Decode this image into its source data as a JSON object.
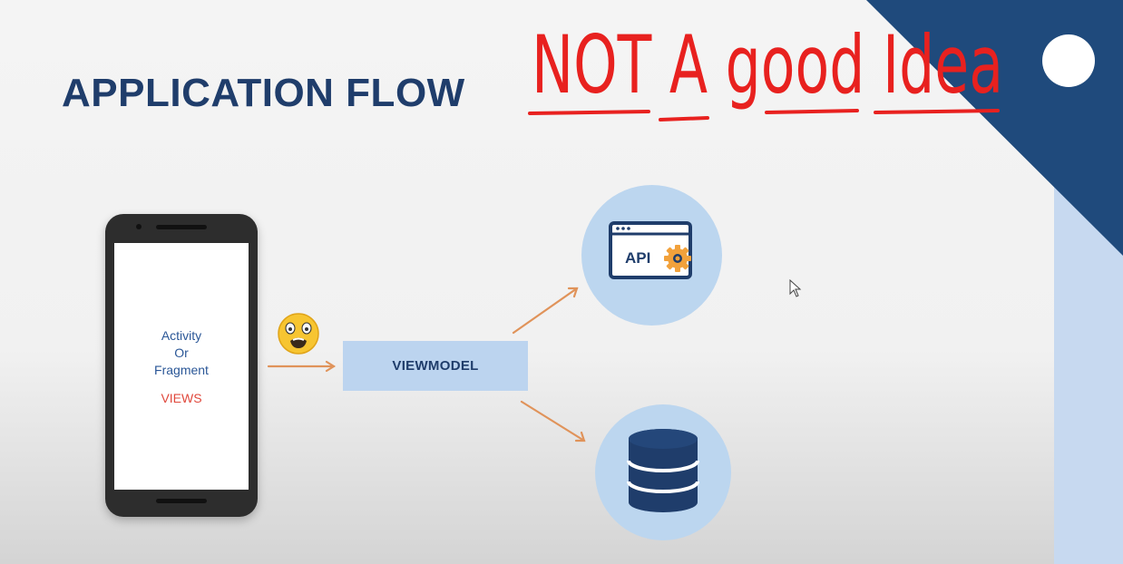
{
  "slide": {
    "title": "APPLICATION FLOW",
    "handwritten_note": "NOT A good Idea",
    "colors": {
      "title": "#1f3d6b",
      "corner_dark": "#1f4a7c",
      "corner_light": "#c7d9f0",
      "annotation": "#e8211f",
      "arrow": "#e0935a",
      "circle": "#bcd6ef",
      "views_text": "#e0483c"
    }
  },
  "phone": {
    "line1": "Activity",
    "line2": "Or",
    "line3": "Fragment",
    "views_label": "VIEWS"
  },
  "viewmodel": {
    "label": "VIEWMODEL"
  },
  "api": {
    "label": "API",
    "icon": "api-window-gear-icon"
  },
  "database": {
    "icon": "database-icon"
  },
  "emoji": {
    "icon": "worried-face-emoji"
  }
}
